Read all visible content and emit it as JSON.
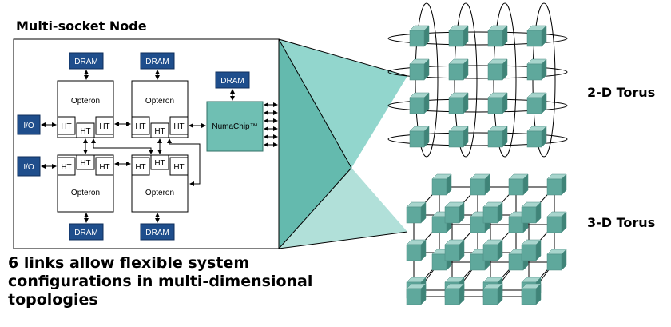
{
  "node": {
    "title": "Multi-socket Node",
    "processor_label": "Opteron",
    "ht_label": "HT",
    "dram_label": "DRAM",
    "io_label": "I/O",
    "numachip_label": "NumaChip™"
  },
  "topologies": {
    "torus_2d_label": "2-D Torus",
    "torus_3d_label": "3-D Torus"
  },
  "caption": {
    "line1": "6 links allow flexible system",
    "line2": "configurations in multi-dimensional",
    "line3": "topologies"
  },
  "colors": {
    "dram_fill": "#1f4e8c",
    "numachip_fill": "#6fbfb3",
    "cube_front": "#5fa89c",
    "cube_top": "#a8d5cd",
    "cube_side": "#3f8478",
    "projection": "#7fcfc4"
  }
}
